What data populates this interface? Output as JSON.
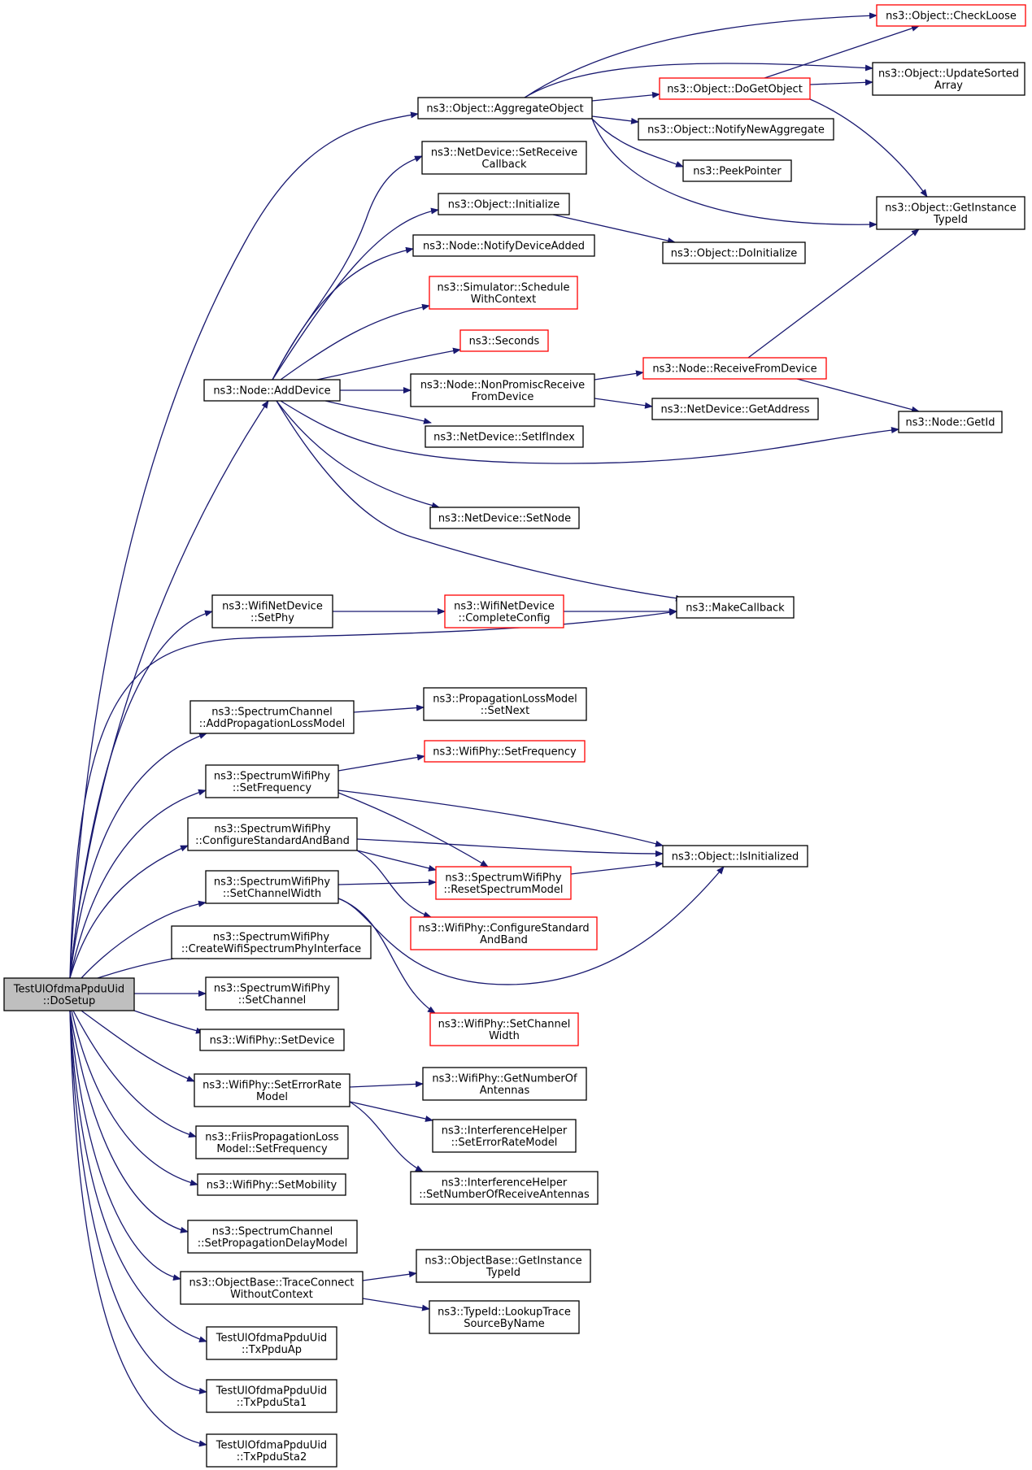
{
  "graph": {
    "node_order": [
      "root",
      "aggregateObject",
      "checkLoose",
      "updateSortedArray",
      "doGetObject",
      "notifyNewAggregate",
      "peekPointer",
      "getInstanceTypeId",
      "setReceiveCallback",
      "objInitialize",
      "doInitialize",
      "notifyDeviceAdded",
      "scheduleWithContext",
      "seconds",
      "addDevice",
      "nonPromiscReceive",
      "receiveFromDevice",
      "getAddress",
      "getId",
      "setIfIndex",
      "setNode",
      "wifiSetPhy",
      "completeConfig",
      "makeCallback",
      "addPropagationLossModel",
      "propSetNext",
      "swpSetFrequency",
      "wifiPhySetFrequency",
      "configureStandardAndBand",
      "isInitialized",
      "swpSetChannelWidth",
      "resetSpectrumModel",
      "wifiPhyConfigureStandard",
      "createWifiSpectrumPhyInterface",
      "swpSetChannel",
      "wifiPhySetChannelWidth",
      "setDevice",
      "setErrorRateModel",
      "getNumberOfAntennas",
      "ihSetErrorRateModel",
      "friisSetFrequency",
      "ihSetNumberOfReceiveAntennas",
      "setMobility",
      "setPropagationDelayModel",
      "traceConnectWithoutContext",
      "objBaseGetInstanceTypeId",
      "lookupTraceSourceByName",
      "txPpduAp",
      "txPpduSta1",
      "txPpduSta2"
    ],
    "nodes": {
      "root": {
        "lines": [
          "TestUlOfdmaPpduUid",
          "::DoSetup"
        ],
        "style": "root"
      },
      "aggregateObject": {
        "lines": [
          "ns3::Object::AggregateObject"
        ],
        "style": "normal"
      },
      "checkLoose": {
        "lines": [
          "ns3::Object::CheckLoose"
        ],
        "style": "red"
      },
      "updateSortedArray": {
        "lines": [
          "ns3::Object::UpdateSorted",
          "Array"
        ],
        "style": "normal"
      },
      "doGetObject": {
        "lines": [
          "ns3::Object::DoGetObject"
        ],
        "style": "red"
      },
      "notifyNewAggregate": {
        "lines": [
          "ns3::Object::NotifyNewAggregate"
        ],
        "style": "normal"
      },
      "peekPointer": {
        "lines": [
          "ns3::PeekPointer"
        ],
        "style": "normal"
      },
      "getInstanceTypeId": {
        "lines": [
          "ns3::Object::GetInstance",
          "TypeId"
        ],
        "style": "normal"
      },
      "setReceiveCallback": {
        "lines": [
          "ns3::NetDevice::SetReceive",
          "Callback"
        ],
        "style": "normal"
      },
      "objInitialize": {
        "lines": [
          "ns3::Object::Initialize"
        ],
        "style": "normal"
      },
      "doInitialize": {
        "lines": [
          "ns3::Object::DoInitialize"
        ],
        "style": "normal"
      },
      "notifyDeviceAdded": {
        "lines": [
          "ns3::Node::NotifyDeviceAdded"
        ],
        "style": "normal"
      },
      "scheduleWithContext": {
        "lines": [
          "ns3::Simulator::Schedule",
          "WithContext"
        ],
        "style": "red"
      },
      "seconds": {
        "lines": [
          "ns3::Seconds"
        ],
        "style": "red"
      },
      "addDevice": {
        "lines": [
          "ns3::Node::AddDevice"
        ],
        "style": "normal"
      },
      "nonPromiscReceive": {
        "lines": [
          "ns3::Node::NonPromiscReceive",
          "FromDevice"
        ],
        "style": "normal"
      },
      "receiveFromDevice": {
        "lines": [
          "ns3::Node::ReceiveFromDevice"
        ],
        "style": "red"
      },
      "getAddress": {
        "lines": [
          "ns3::NetDevice::GetAddress"
        ],
        "style": "normal"
      },
      "getId": {
        "lines": [
          "ns3::Node::GetId"
        ],
        "style": "normal"
      },
      "setIfIndex": {
        "lines": [
          "ns3::NetDevice::SetIfIndex"
        ],
        "style": "normal"
      },
      "setNode": {
        "lines": [
          "ns3::NetDevice::SetNode"
        ],
        "style": "normal"
      },
      "wifiSetPhy": {
        "lines": [
          "ns3::WifiNetDevice",
          "::SetPhy"
        ],
        "style": "normal"
      },
      "completeConfig": {
        "lines": [
          "ns3::WifiNetDevice",
          "::CompleteConfig"
        ],
        "style": "red"
      },
      "makeCallback": {
        "lines": [
          "ns3::MakeCallback"
        ],
        "style": "normal"
      },
      "addPropagationLossModel": {
        "lines": [
          "ns3::SpectrumChannel",
          "::AddPropagationLossModel"
        ],
        "style": "normal"
      },
      "propSetNext": {
        "lines": [
          "ns3::PropagationLossModel",
          "::SetNext"
        ],
        "style": "normal"
      },
      "swpSetFrequency": {
        "lines": [
          "ns3::SpectrumWifiPhy",
          "::SetFrequency"
        ],
        "style": "normal"
      },
      "wifiPhySetFrequency": {
        "lines": [
          "ns3::WifiPhy::SetFrequency"
        ],
        "style": "red"
      },
      "configureStandardAndBand": {
        "lines": [
          "ns3::SpectrumWifiPhy",
          "::ConfigureStandardAndBand"
        ],
        "style": "normal"
      },
      "isInitialized": {
        "lines": [
          "ns3::Object::IsInitialized"
        ],
        "style": "normal"
      },
      "swpSetChannelWidth": {
        "lines": [
          "ns3::SpectrumWifiPhy",
          "::SetChannelWidth"
        ],
        "style": "normal"
      },
      "resetSpectrumModel": {
        "lines": [
          "ns3::SpectrumWifiPhy",
          "::ResetSpectrumModel"
        ],
        "style": "red"
      },
      "wifiPhyConfigureStandard": {
        "lines": [
          "ns3::WifiPhy::ConfigureStandard",
          "AndBand"
        ],
        "style": "red"
      },
      "createWifiSpectrumPhyInterface": {
        "lines": [
          "ns3::SpectrumWifiPhy",
          "::CreateWifiSpectrumPhyInterface"
        ],
        "style": "normal"
      },
      "swpSetChannel": {
        "lines": [
          "ns3::SpectrumWifiPhy",
          "::SetChannel"
        ],
        "style": "normal"
      },
      "wifiPhySetChannelWidth": {
        "lines": [
          "ns3::WifiPhy::SetChannel",
          "Width"
        ],
        "style": "red"
      },
      "setDevice": {
        "lines": [
          "ns3::WifiPhy::SetDevice"
        ],
        "style": "normal"
      },
      "setErrorRateModel": {
        "lines": [
          "ns3::WifiPhy::SetErrorRate",
          "Model"
        ],
        "style": "normal"
      },
      "getNumberOfAntennas": {
        "lines": [
          "ns3::WifiPhy::GetNumberOf",
          "Antennas"
        ],
        "style": "normal"
      },
      "ihSetErrorRateModel": {
        "lines": [
          "ns3::InterferenceHelper",
          "::SetErrorRateModel"
        ],
        "style": "normal"
      },
      "friisSetFrequency": {
        "lines": [
          "ns3::FriisPropagationLoss",
          "Model::SetFrequency"
        ],
        "style": "normal"
      },
      "ihSetNumberOfReceiveAntennas": {
        "lines": [
          "ns3::InterferenceHelper",
          "::SetNumberOfReceiveAntennas"
        ],
        "style": "normal"
      },
      "setMobility": {
        "lines": [
          "ns3::WifiPhy::SetMobility"
        ],
        "style": "normal"
      },
      "setPropagationDelayModel": {
        "lines": [
          "ns3::SpectrumChannel",
          "::SetPropagationDelayModel"
        ],
        "style": "normal"
      },
      "traceConnectWithoutContext": {
        "lines": [
          "ns3::ObjectBase::TraceConnect",
          "WithoutContext"
        ],
        "style": "normal"
      },
      "objBaseGetInstanceTypeId": {
        "lines": [
          "ns3::ObjectBase::GetInstance",
          "TypeId"
        ],
        "style": "normal"
      },
      "lookupTraceSourceByName": {
        "lines": [
          "ns3::TypeId::LookupTrace",
          "SourceByName"
        ],
        "style": "normal"
      },
      "txPpduAp": {
        "lines": [
          "TestUlOfdmaPpduUid",
          "::TxPpduAp"
        ],
        "style": "normal"
      },
      "txPpduSta1": {
        "lines": [
          "TestUlOfdmaPpduUid",
          "::TxPpduSta1"
        ],
        "style": "normal"
      },
      "txPpduSta2": {
        "lines": [
          "TestUlOfdmaPpduUid",
          "::TxPpduSta2"
        ],
        "style": "normal"
      }
    },
    "edges": [
      [
        "root",
        "aggregateObject"
      ],
      [
        "root",
        "addDevice"
      ],
      [
        "root",
        "wifiSetPhy"
      ],
      [
        "root",
        "makeCallback"
      ],
      [
        "root",
        "addPropagationLossModel"
      ],
      [
        "root",
        "swpSetFrequency"
      ],
      [
        "root",
        "configureStandardAndBand"
      ],
      [
        "root",
        "swpSetChannelWidth"
      ],
      [
        "root",
        "createWifiSpectrumPhyInterface"
      ],
      [
        "root",
        "swpSetChannel"
      ],
      [
        "root",
        "setDevice"
      ],
      [
        "root",
        "setErrorRateModel"
      ],
      [
        "root",
        "friisSetFrequency"
      ],
      [
        "root",
        "setMobility"
      ],
      [
        "root",
        "setPropagationDelayModel"
      ],
      [
        "root",
        "traceConnectWithoutContext"
      ],
      [
        "root",
        "txPpduAp"
      ],
      [
        "root",
        "txPpduSta1"
      ],
      [
        "root",
        "txPpduSta2"
      ],
      [
        "aggregateObject",
        "checkLoose"
      ],
      [
        "aggregateObject",
        "updateSortedArray"
      ],
      [
        "aggregateObject",
        "doGetObject"
      ],
      [
        "aggregateObject",
        "notifyNewAggregate"
      ],
      [
        "aggregateObject",
        "peekPointer"
      ],
      [
        "aggregateObject",
        "getInstanceTypeId"
      ],
      [
        "doGetObject",
        "checkLoose"
      ],
      [
        "doGetObject",
        "updateSortedArray"
      ],
      [
        "doGetObject",
        "getInstanceTypeId"
      ],
      [
        "objInitialize",
        "doInitialize"
      ],
      [
        "addDevice",
        "setReceiveCallback"
      ],
      [
        "addDevice",
        "objInitialize"
      ],
      [
        "addDevice",
        "notifyDeviceAdded"
      ],
      [
        "addDevice",
        "scheduleWithContext"
      ],
      [
        "addDevice",
        "seconds"
      ],
      [
        "addDevice",
        "nonPromiscReceive"
      ],
      [
        "addDevice",
        "setIfIndex"
      ],
      [
        "addDevice",
        "getId"
      ],
      [
        "addDevice",
        "setNode"
      ],
      [
        "addDevice",
        "makeCallback"
      ],
      [
        "nonPromiscReceive",
        "receiveFromDevice"
      ],
      [
        "nonPromiscReceive",
        "getAddress"
      ],
      [
        "receiveFromDevice",
        "getInstanceTypeId"
      ],
      [
        "receiveFromDevice",
        "getId"
      ],
      [
        "wifiSetPhy",
        "completeConfig"
      ],
      [
        "completeConfig",
        "makeCallback"
      ],
      [
        "addPropagationLossModel",
        "propSetNext"
      ],
      [
        "swpSetFrequency",
        "wifiPhySetFrequency"
      ],
      [
        "swpSetFrequency",
        "isInitialized"
      ],
      [
        "swpSetFrequency",
        "resetSpectrumModel"
      ],
      [
        "configureStandardAndBand",
        "isInitialized"
      ],
      [
        "configureStandardAndBand",
        "resetSpectrumModel"
      ],
      [
        "configureStandardAndBand",
        "wifiPhyConfigureStandard"
      ],
      [
        "swpSetChannelWidth",
        "resetSpectrumModel"
      ],
      [
        "swpSetChannelWidth",
        "isInitialized"
      ],
      [
        "swpSetChannelWidth",
        "wifiPhySetChannelWidth"
      ],
      [
        "resetSpectrumModel",
        "isInitialized"
      ],
      [
        "setErrorRateModel",
        "getNumberOfAntennas"
      ],
      [
        "setErrorRateModel",
        "ihSetErrorRateModel"
      ],
      [
        "setErrorRateModel",
        "ihSetNumberOfReceiveAntennas"
      ],
      [
        "traceConnectWithoutContext",
        "objBaseGetInstanceTypeId"
      ],
      [
        "traceConnectWithoutContext",
        "lookupTraceSourceByName"
      ]
    ]
  },
  "colors": {
    "edge": "#191970",
    "node_border": "#000000",
    "node_border_highlight": "#ff0000",
    "root_fill": "#bfbfbf",
    "node_fill": "#ffffff"
  }
}
